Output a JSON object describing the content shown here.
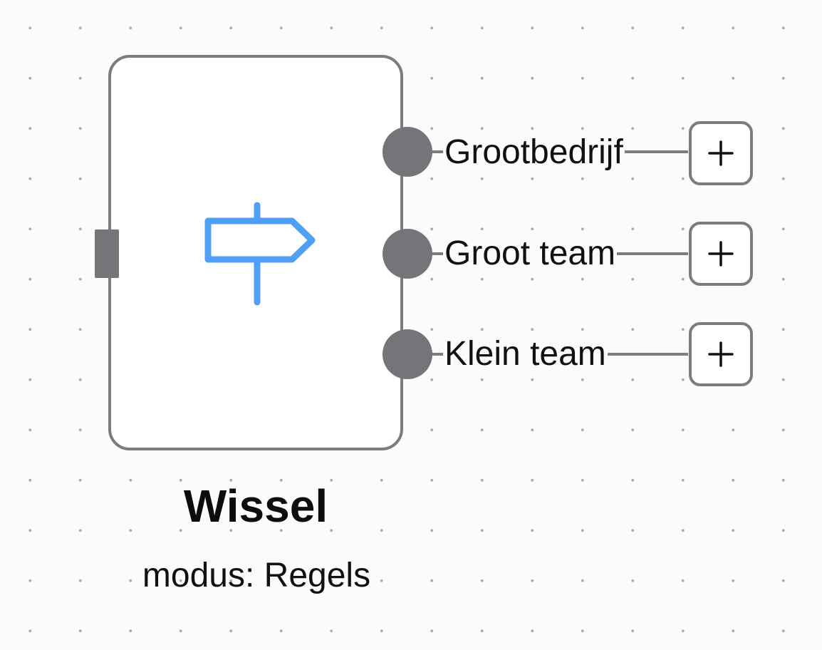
{
  "node": {
    "title": "Wissel",
    "subtitle": "modus: Regels",
    "icon": "signpost-icon",
    "icon_color": "#4fa0f5",
    "border_color": "#7b7b80"
  },
  "outputs": [
    {
      "label": "Grootbedrijf",
      "add_icon": "plus-icon"
    },
    {
      "label": "Groot team",
      "add_icon": "plus-icon"
    },
    {
      "label": "Klein team",
      "add_icon": "plus-icon"
    }
  ]
}
